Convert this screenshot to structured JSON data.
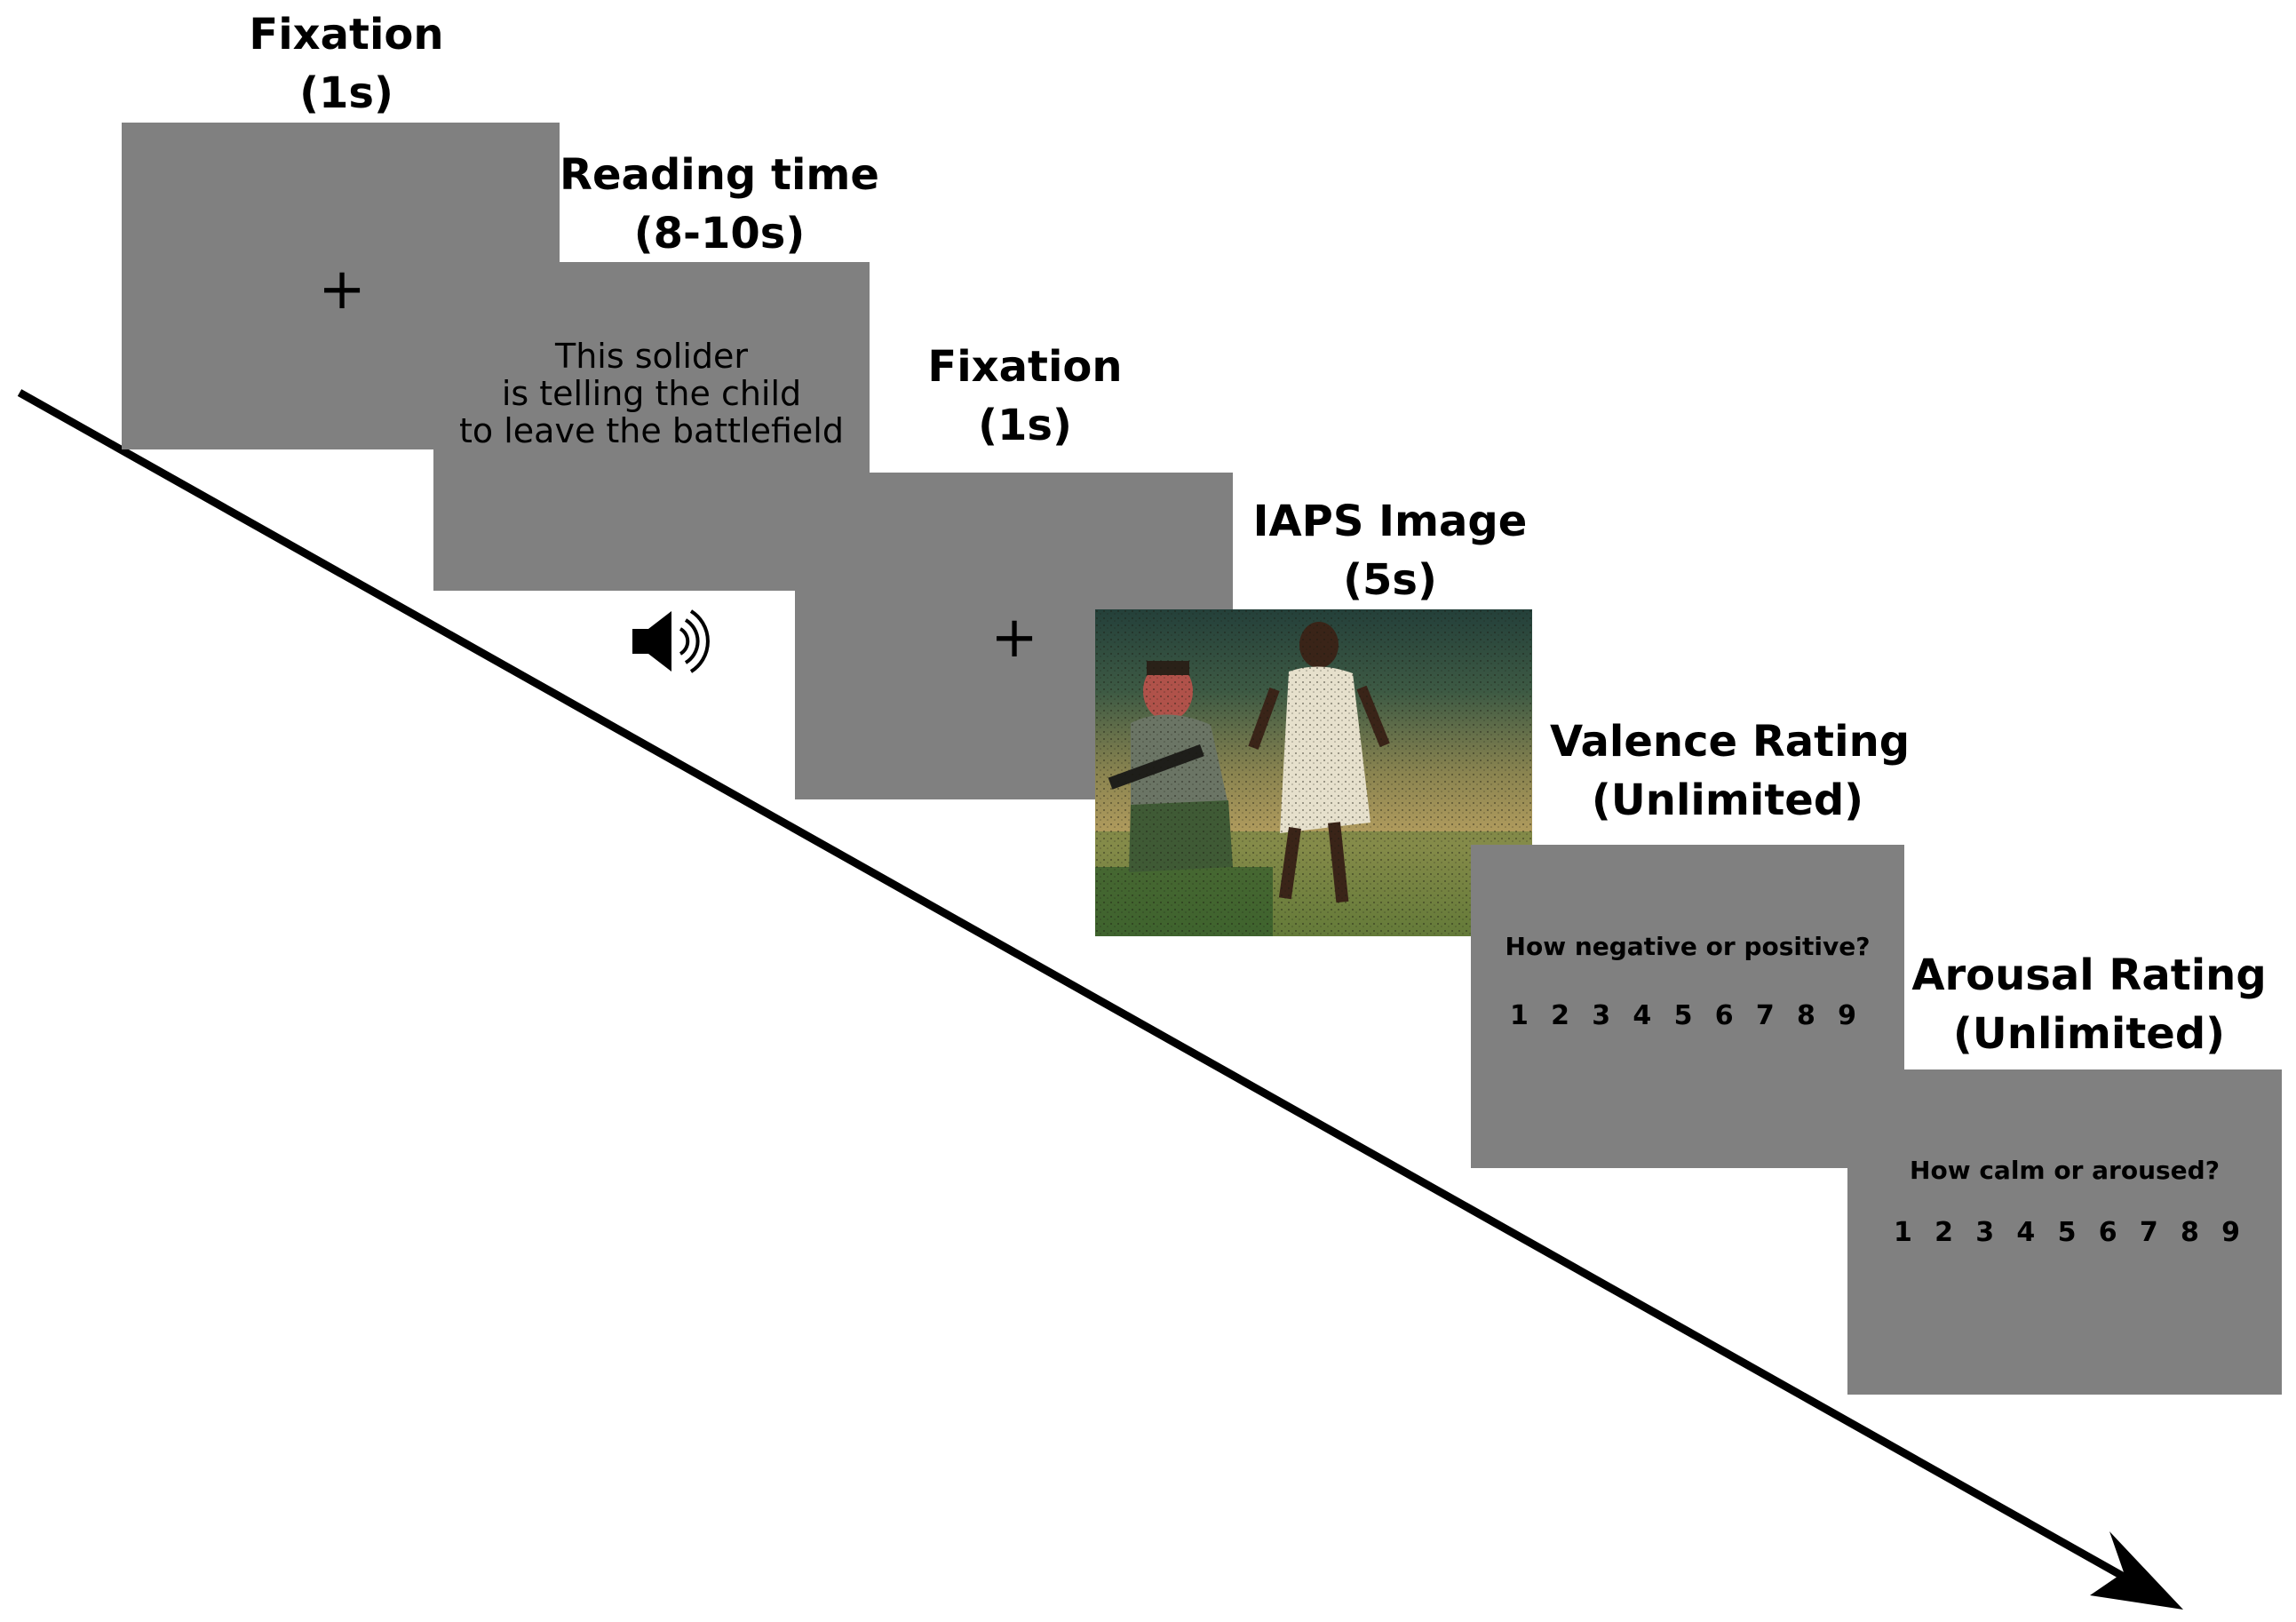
{
  "stages": [
    {
      "title": "Fixation",
      "duration": "(1s)",
      "content": "+"
    },
    {
      "title": "Reading time",
      "duration": "(8-10s)",
      "sentence": [
        "This solider",
        "is telling the child",
        "to leave the battlefield"
      ],
      "icon": "speaker-icon"
    },
    {
      "title": "Fixation",
      "duration": "(1s)",
      "content": "+"
    },
    {
      "title": "IAPS Image",
      "duration": "(5s)",
      "image": "soldier-and-child-photo"
    },
    {
      "title": "Valence Rating",
      "duration": "(Unlimited)",
      "question": "How negative or positive?",
      "scale": [
        "1",
        "2",
        "3",
        "4",
        "5",
        "6",
        "7",
        "8",
        "9"
      ]
    },
    {
      "title": "Arousal Rating",
      "duration": "(Unlimited)",
      "question": "How calm or aroused?",
      "scale": [
        "1",
        "2",
        "3",
        "4",
        "5",
        "6",
        "7",
        "8",
        "9"
      ]
    }
  ],
  "colors": {
    "screen": "#808080",
    "text": "#000000",
    "background": "#ffffff"
  }
}
